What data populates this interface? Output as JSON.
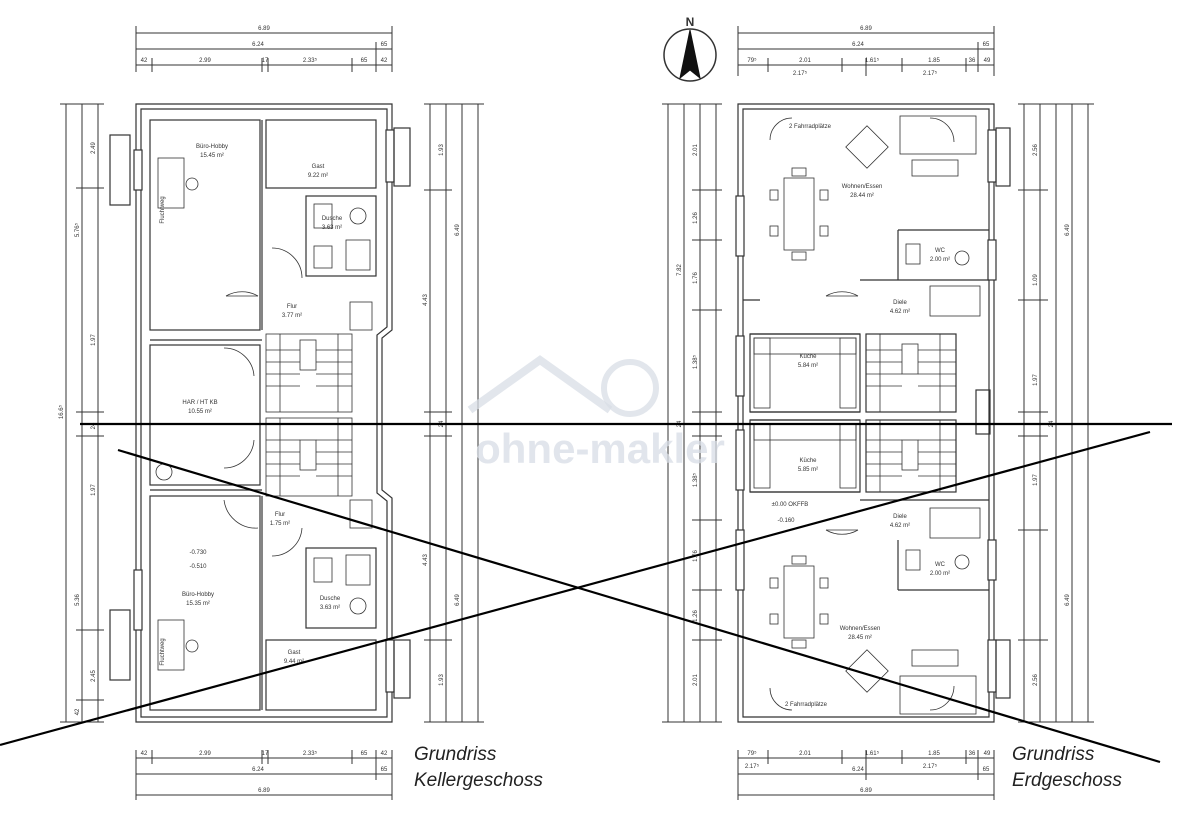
{
  "titles": {
    "basement_line1": "Grundriss",
    "basement_line2": "Kellergeschoss",
    "ground_line1": "Grundriss",
    "ground_line2": "Erdgeschoss"
  },
  "compass": {
    "north": "N"
  },
  "watermark": "ohne-makler",
  "basement_rooms": {
    "buero_top_name": "Büro-Hobby",
    "buero_top_area": "15.45 m²",
    "gast_top_name": "Gast",
    "gast_top_area": "9.22 m²",
    "bad_top_name": "Dusche",
    "bad_top_area": "3.63 m²",
    "flur_top_name": "Flur",
    "flur_top_area": "3.77 m²",
    "hwr_name": "HAR / HT KB",
    "hwr_area": "10.55 m²",
    "flur_bot_name": "Flur",
    "flur_bot_area": "1.75 m²",
    "level_a": "-0.730",
    "level_b": "-0.510",
    "buero_bot_name": "Büro-Hobby",
    "buero_bot_area": "15.35 m²",
    "bad_bot_name": "Dusche",
    "bad_bot_area": "3.63 m²",
    "gast_bot_name": "Gast",
    "gast_bot_area": "9.44 m²",
    "fluchtweg": "Fluchtweg"
  },
  "ground_rooms": {
    "stellplatz_top": "2 Fahrradplätze",
    "wohnen_top_name": "Wohnen/Essen",
    "wohnen_top_area": "28.44 m²",
    "wc_top_name": "WC",
    "wc_top_area": "2.00 m²",
    "diele_top_name": "Diele",
    "diele_top_area": "4.62 m²",
    "kueche_top_name": "Küche",
    "kueche_top_area": "5.84 m²",
    "kueche_bot_name": "Küche",
    "kueche_bot_area": "5.85 m²",
    "level_okffb": "±0.00 OKFFB",
    "level_neg": "-0.160",
    "diele_bot_name": "Diele",
    "diele_bot_area": "4.62 m²",
    "wc_bot_name": "WC",
    "wc_bot_area": "2.00 m²",
    "wohnen_bot_name": "Wohnen/Essen",
    "wohnen_bot_area": "28.45 m²",
    "stellplatz_bot": "2 Fahrradplätze"
  },
  "dims_basement": {
    "top_total": "6.89",
    "top_mid": "6.24",
    "top_mid_end": "65",
    "top_sub": [
      "42",
      "2.99",
      "17",
      "2.33⁵",
      "65",
      "42"
    ],
    "bot_sub": [
      "42",
      "2.99",
      "17",
      "2.33⁵",
      "65",
      "42"
    ],
    "bot_mid": "6.24",
    "bot_mid_end": "65",
    "bot_total": "6.89",
    "left_total": "16.6⁵",
    "left_segments": [
      "2.49",
      "5.76⁵",
      "1.97",
      "24",
      "1.97",
      "5.36",
      "2.45",
      "42"
    ],
    "right_segments": [
      "1.93",
      "6.49",
      "4.43",
      "24",
      "4.43",
      "6.49",
      "1.93"
    ]
  },
  "dims_ground": {
    "top_total": "6.89",
    "top_mid": "6.24",
    "top_mid_end": "65",
    "top_sub": [
      "79⁵",
      "2.01",
      "1.61⁵",
      "1.85",
      "36",
      "49"
    ],
    "top_sub2": [
      "2.17⁵",
      "2.17⁵"
    ],
    "bot_sub": [
      "79⁵",
      "2.01",
      "1.61⁵",
      "1.85",
      "36",
      "49"
    ],
    "bot_sub2": [
      "2.17⁵",
      "2.17⁵"
    ],
    "bot_mid": "6.24",
    "bot_mid_end": "65",
    "bot_total": "6.89",
    "left_total": "7.82",
    "left_segments": [
      "2.01",
      "1.26",
      "1.76",
      "1.38⁵",
      "24",
      "1.38⁵",
      "1.76",
      "1.26",
      "2.01"
    ],
    "right_segments": [
      "2.56",
      "6.49",
      "1.09",
      "1.97",
      "24",
      "1.97",
      "6.49",
      "2.56"
    ]
  }
}
